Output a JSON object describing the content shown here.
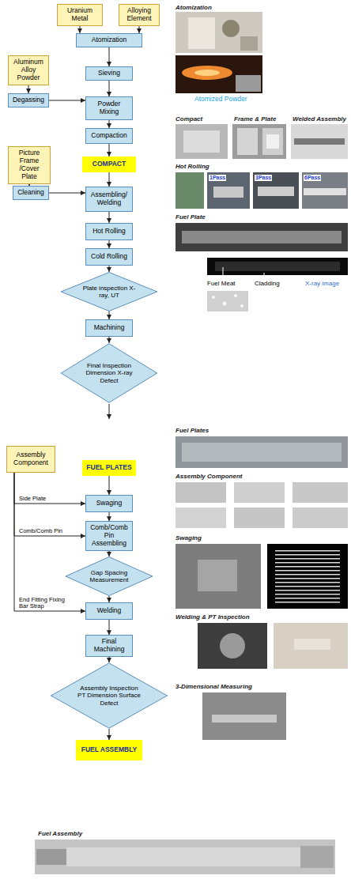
{
  "diagram": {
    "nodes": [
      {
        "text": [
          "Uranium Metal"
        ]
      },
      {
        "text": [
          "Alloying Element"
        ]
      },
      {
        "text": [
          "Atomization"
        ]
      },
      {
        "text": [
          "Aluminum Alloy Powder"
        ]
      },
      {
        "text": [
          "Sieving"
        ]
      },
      {
        "text": [
          "Degassing"
        ]
      },
      {
        "text": [
          "Powder Mixing"
        ]
      },
      {
        "text": [
          "Compaction"
        ]
      },
      {
        "text": [
          "COMPACT"
        ]
      },
      {
        "text": [
          "Picture Frame /Cover Plate"
        ]
      },
      {
        "text": [
          "Cleaning"
        ]
      },
      {
        "text": [
          "Assembling/ Welding"
        ]
      },
      {
        "text": [
          "Hot Rolling"
        ]
      },
      {
        "text": [
          "Cold Rolling"
        ]
      },
      {
        "text": [
          "Plate inspection X-ray, UT"
        ]
      },
      {
        "text": [
          "Machining"
        ]
      },
      {
        "text": [
          "Final Inspection Dimension X-ray Defect"
        ]
      },
      {
        "text": [
          "Assembly Component"
        ]
      },
      {
        "text": [
          "FUEL PLATES"
        ]
      },
      {
        "text": [
          "Swaging"
        ]
      },
      {
        "text": [
          "Comb/Comb Pin Assembling"
        ]
      },
      {
        "text": [
          "Gap Spacing Measurement"
        ]
      },
      {
        "text": [
          "Welding"
        ]
      },
      {
        "text": [
          "Final Machining"
        ]
      },
      {
        "text": [
          "Assembly Inspection PT Dimension Surface Defect"
        ]
      },
      {
        "text": [
          "FUEL ASSEMBLY"
        ]
      }
    ],
    "edges": [
      {
        "from": 0,
        "to": 2,
        "arrow": "to"
      },
      {
        "from": 1,
        "to": 2,
        "arrow": "to"
      },
      {
        "from": 2,
        "to": 4,
        "arrow": "to"
      },
      {
        "from": 4,
        "to": 6,
        "arrow": "to"
      },
      {
        "from": 3,
        "to": 5,
        "arrow": "to"
      },
      {
        "from": 5,
        "to": 6,
        "arrow": "to"
      },
      {
        "from": 6,
        "to": 7,
        "arrow": "to"
      },
      {
        "from": 7,
        "to": 8,
        "arrow": "to"
      },
      {
        "from": 9,
        "to": 10,
        "arrow": "to"
      },
      {
        "from": 10,
        "to": 11,
        "arrow": "to"
      },
      {
        "from": 8,
        "to": 11,
        "arrow": "to"
      },
      {
        "from": 11,
        "to": 12,
        "arrow": "to"
      },
      {
        "from": 12,
        "to": 13,
        "arrow": "to"
      },
      {
        "from": 13,
        "to": 14,
        "arrow": "to"
      },
      {
        "from": 14,
        "to": 15,
        "arrow": "to"
      },
      {
        "from": 15,
        "to": 16,
        "arrow": "to"
      },
      {
        "from": 17,
        "to": 19,
        "label": "Side Plate",
        "arrow": "to"
      },
      {
        "from": 17,
        "to": 20,
        "label": "Comb/Comb Pin",
        "arrow": "to"
      },
      {
        "from": 17,
        "to": 22,
        "label": "End Fitting Fixing Bar Strap",
        "arrow": "to"
      },
      {
        "from": 18,
        "to": 19,
        "arrow": "to"
      },
      {
        "from": 19,
        "to": 20,
        "arrow": "to"
      },
      {
        "from": 20,
        "to": 21,
        "arrow": "to"
      },
      {
        "from": 21,
        "to": 22,
        "arrow": "to"
      },
      {
        "from": 22,
        "to": 23,
        "arrow": "to"
      },
      {
        "from": 23,
        "to": 24,
        "arrow": "to"
      },
      {
        "from": 24,
        "to": 25,
        "arrow": "to"
      }
    ],
    "labels": [
      "Atomization",
      "Atomized Powder",
      "Compact",
      "Frame & Plate",
      "Welded Assembly",
      "Hot Rolling",
      "1Pass",
      "3Pass",
      "6Pass",
      "Fuel Plate",
      "Fuel Meat",
      "Cladding",
      "X-ray image",
      "Fuel Plates",
      "Assembly Component",
      "Swaging",
      "Welding & PT Inspection",
      "3-Dimensional Measuring",
      "Fuel Assembly"
    ]
  }
}
